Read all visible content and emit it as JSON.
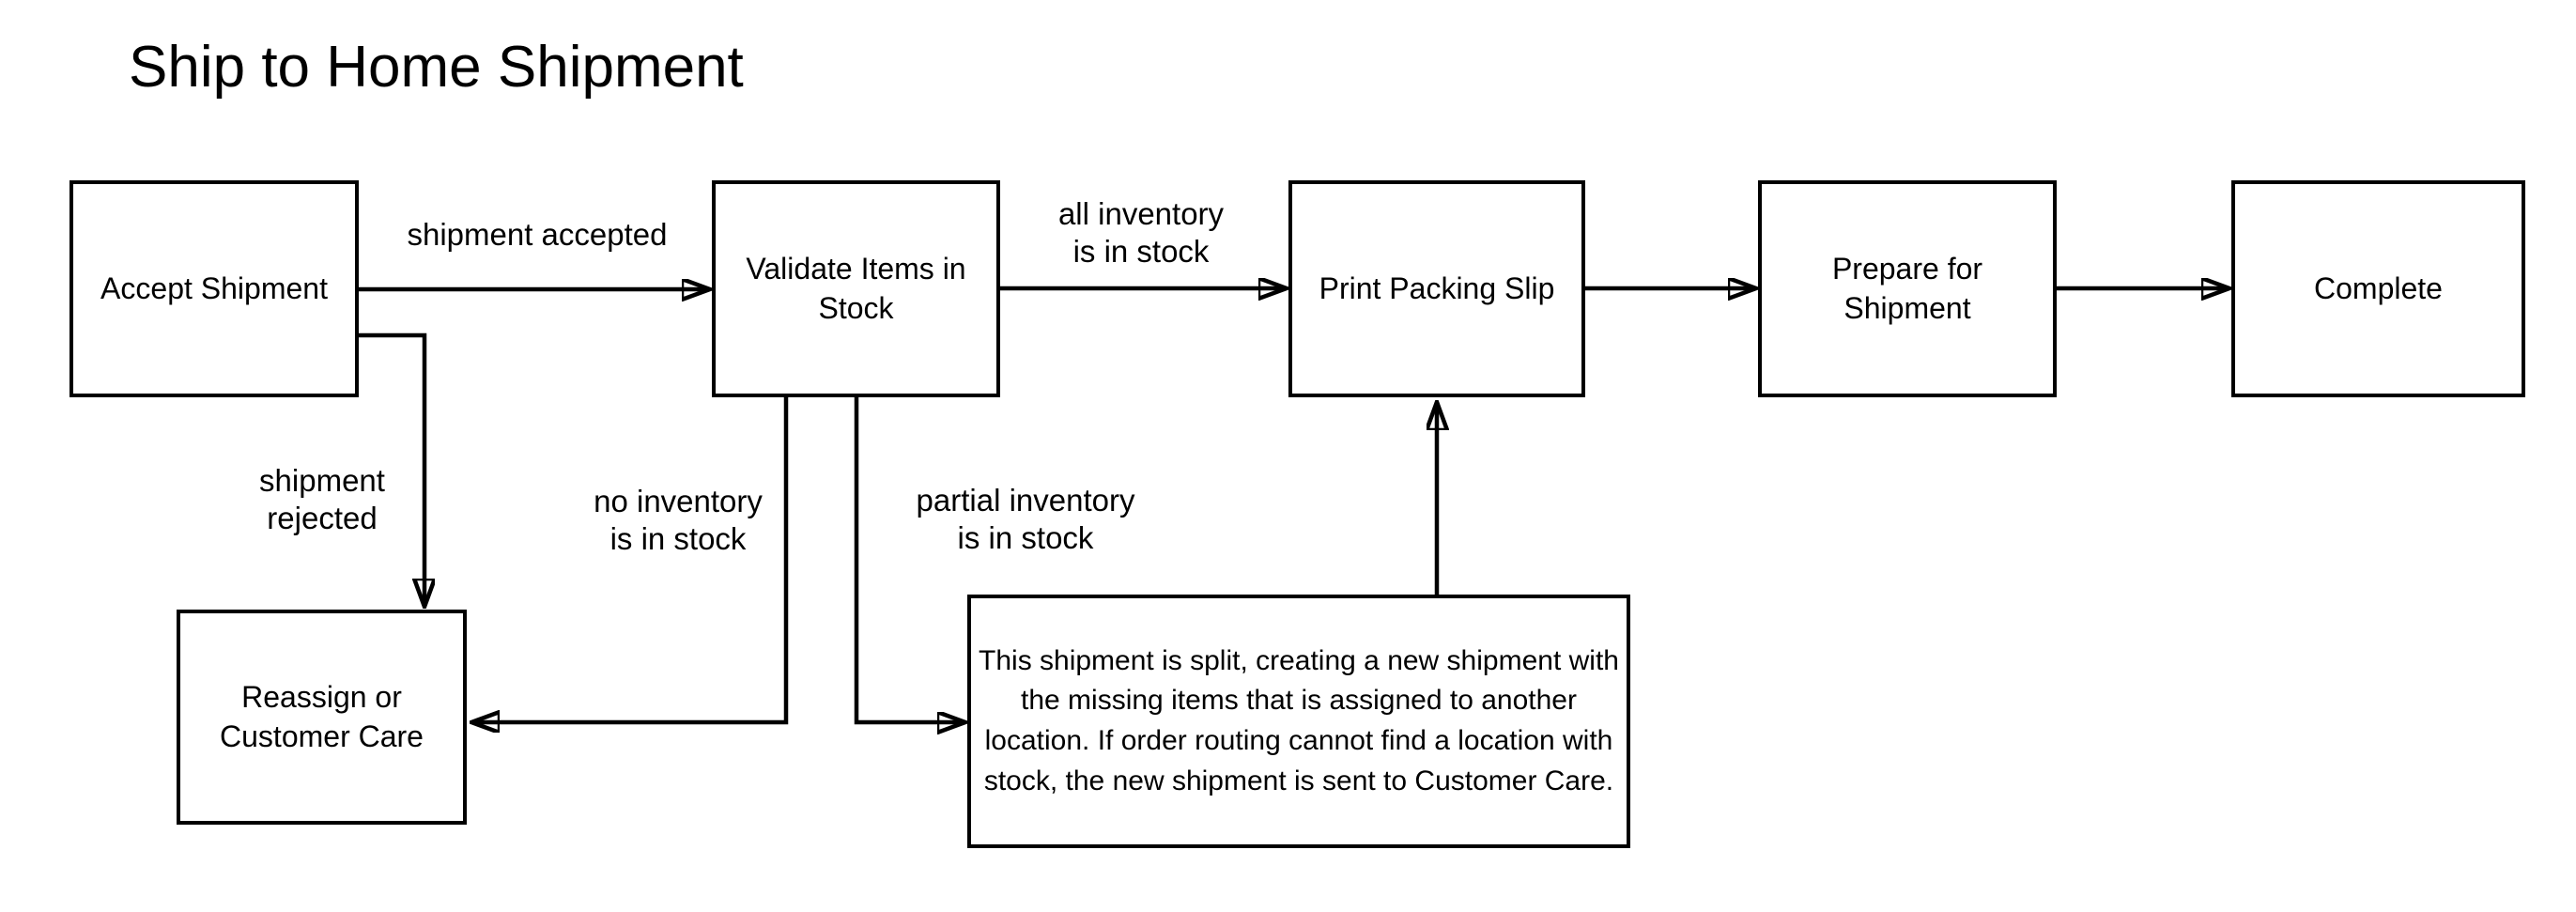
{
  "diagram": {
    "title": "Ship to Home Shipment",
    "colors": {
      "background": "#ffffff",
      "line": "#000000",
      "text": "#000000"
    },
    "nodes": {
      "accept": {
        "label": "Accept Shipment"
      },
      "validate": {
        "label": "Validate Items in Stock"
      },
      "print": {
        "label": "Print Packing Slip"
      },
      "prepare": {
        "label": "Prepare for Shipment"
      },
      "complete": {
        "label": "Complete"
      },
      "reassign": {
        "label": "Reassign or Customer Care"
      },
      "split_note": {
        "label": "This shipment is split, creating a new shipment with the missing items that is assigned to another location. If order routing cannot find a location with stock, the new shipment is sent to Customer Care."
      }
    },
    "edge_labels": {
      "shipment_accepted": "shipment accepted",
      "all_inventory": "all inventory\nis in stock",
      "shipment_rejected": "shipment\nrejected",
      "no_inventory": "no inventory\nis in stock",
      "partial_inventory": "partial inventory\nis in stock"
    },
    "edges": [
      {
        "from": "accept",
        "to": "validate",
        "label": "shipment accepted"
      },
      {
        "from": "accept",
        "to": "reassign",
        "label": "shipment rejected"
      },
      {
        "from": "validate",
        "to": "print",
        "label": "all inventory is in stock"
      },
      {
        "from": "validate",
        "to": "reassign",
        "label": "no inventory is in stock"
      },
      {
        "from": "validate",
        "to": "split_note",
        "label": "partial inventory is in stock"
      },
      {
        "from": "split_note",
        "to": "print",
        "label": ""
      },
      {
        "from": "print",
        "to": "prepare",
        "label": ""
      },
      {
        "from": "prepare",
        "to": "complete",
        "label": ""
      }
    ]
  }
}
